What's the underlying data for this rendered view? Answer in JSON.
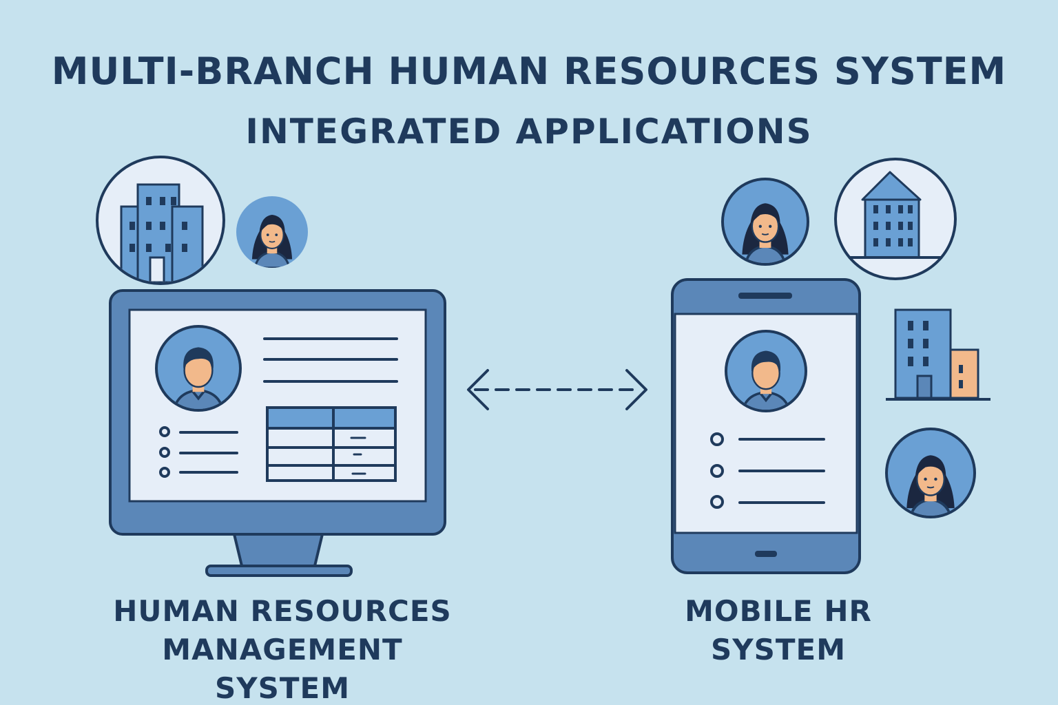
{
  "title": "MULTI-BRANCH HUMAN RESOURCES SYSTEM",
  "subtitle": "INTEGRATED APPLICATIONS",
  "left_system": {
    "label_line1": "HUMAN RESOURCES",
    "label_line2": "MANAGEMENT SYSTEM"
  },
  "right_system": {
    "label_line1": "MOBILE HR",
    "label_line2": "SYSTEM"
  },
  "colors": {
    "background": "#c6e2ee",
    "outline": "#1f3a5c",
    "device_blue": "#5b87b8",
    "screen": "#e6eef8",
    "accent_blue": "#6aa0d4",
    "skin": "#f2b98b"
  },
  "icons": [
    "building-icon",
    "person-icon",
    "desktop-monitor-icon",
    "mobile-phone-icon",
    "bidirectional-arrow-icon",
    "office-buildings-icon"
  ]
}
